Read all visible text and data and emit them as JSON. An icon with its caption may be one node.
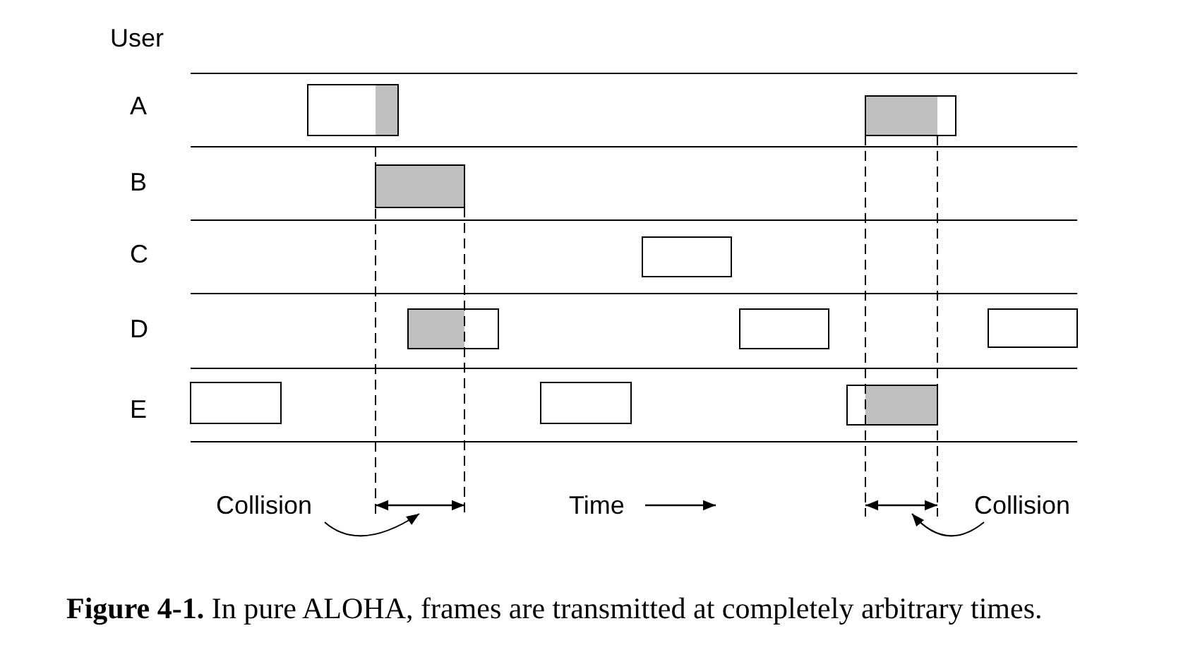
{
  "diagram": {
    "caption": "**Figure 4-1.** In pure ALOHA, frames are transmitted at completely arbitrary times.",
    "nodes": [
      {
        "text": [
          "Collision"
        ]
      },
      {
        "text": [
          "Collision"
        ]
      }
    ],
    "edges": [
      {
        "from": 0,
        "to": null,
        "arrow": "to"
      },
      {
        "from": 1,
        "to": null,
        "arrow": "to"
      }
    ],
    "labels": [
      "User",
      "A",
      "B",
      "C",
      "D",
      "E",
      "Time"
    ]
  }
}
